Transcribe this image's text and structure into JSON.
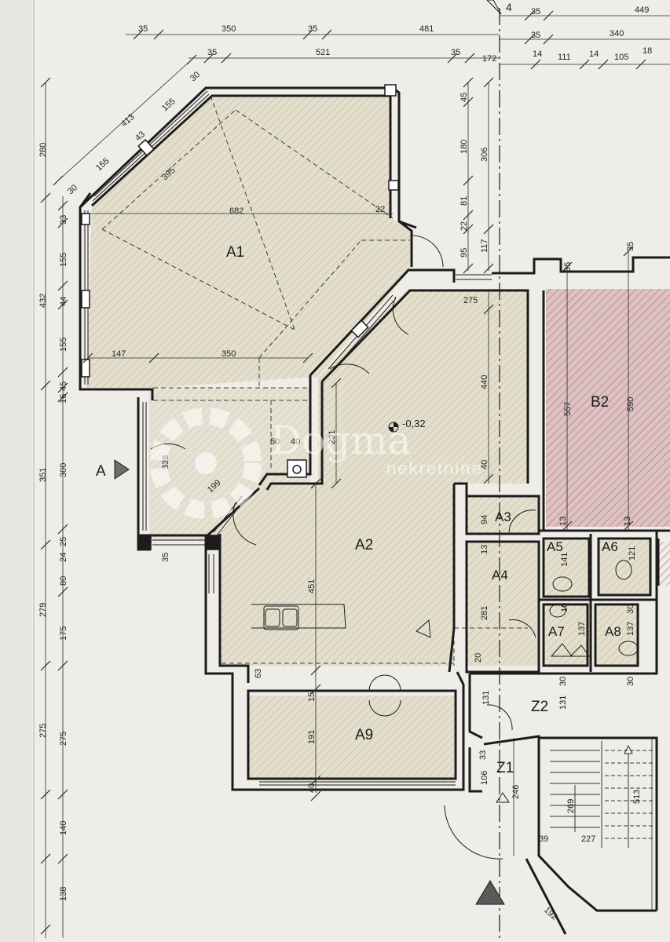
{
  "rooms": {
    "a1": "A1",
    "a2": "A2",
    "a3": "A3",
    "a4": "A4",
    "a5": "A5",
    "a6": "A6",
    "a7": "A7",
    "a8": "A8",
    "a9": "A9",
    "b2": "B2",
    "z1": "Z1",
    "z2": "Z2"
  },
  "section_marker": "A",
  "axis_label": "4",
  "level": "-0,32",
  "watermark": {
    "brand": "Dogma",
    "tagline": "nekretnine"
  },
  "colors": {
    "paper": "#eeede8",
    "room_fill": "#e4dfcd",
    "wall": "#1c1c1c",
    "hatch_red": "#b9646e",
    "dim_line": "#2a2a2a"
  },
  "dims": {
    "top1": "35",
    "top2": "350",
    "top3": "35",
    "top4": "481",
    "top5": "35",
    "top6": "521",
    "top7": "35",
    "top8": "172",
    "tr1": "35",
    "tr2": "449",
    "tr3": "35",
    "tr4": "340",
    "tr5": "14",
    "tr6": "111",
    "tr7": "14",
    "tr8": "105",
    "tr9": "18",
    "d413": "413",
    "d155a": "155",
    "d43": "43",
    "d155b": "155",
    "d30a": "30",
    "d30b": "30",
    "d395": "395",
    "d682": "682",
    "d22a": "22",
    "d147": "147",
    "d350b": "350",
    "l280": "280",
    "l33": "33",
    "l155a": "155",
    "l44": "44",
    "l432": "432",
    "l155b": "155",
    "l45": "45",
    "l16": "16",
    "l351": "351",
    "l300": "300",
    "l338": "338",
    "l25": "25",
    "l24": "24",
    "l35": "35",
    "l80": "80",
    "l279": "279",
    "l175": "175",
    "l275": "275",
    "l275b": "275",
    "l140": "140",
    "l138": "138",
    "c45": "45",
    "c180": "180",
    "c306": "306",
    "c81": "81",
    "c22": "22",
    "c95": "95",
    "c117": "117",
    "c275": "275",
    "c440": "440",
    "c40": "40",
    "c231": "231",
    "c50": "50",
    "c40b": "40",
    "c199": "199",
    "c94": "94",
    "c13a": "13",
    "c13b": "13",
    "c13c": "13",
    "c141": "141",
    "c121": "121",
    "c281": "281",
    "c10": "10",
    "c137a": "137",
    "c30a": "30",
    "c137b": "137",
    "c20": "20",
    "c451": "451",
    "c63": "63",
    "c15": "15",
    "c191": "191",
    "c40c": "40",
    "c131a": "131",
    "c30b": "30",
    "c131b": "131",
    "c30c": "30",
    "c33": "33",
    "c106": "106",
    "c246": "246",
    "c39": "39",
    "c269": "269",
    "c227": "227",
    "c513": "513",
    "c192": "192",
    "b35a": "35",
    "b35b": "35",
    "b557": "557",
    "b590": "590"
  }
}
